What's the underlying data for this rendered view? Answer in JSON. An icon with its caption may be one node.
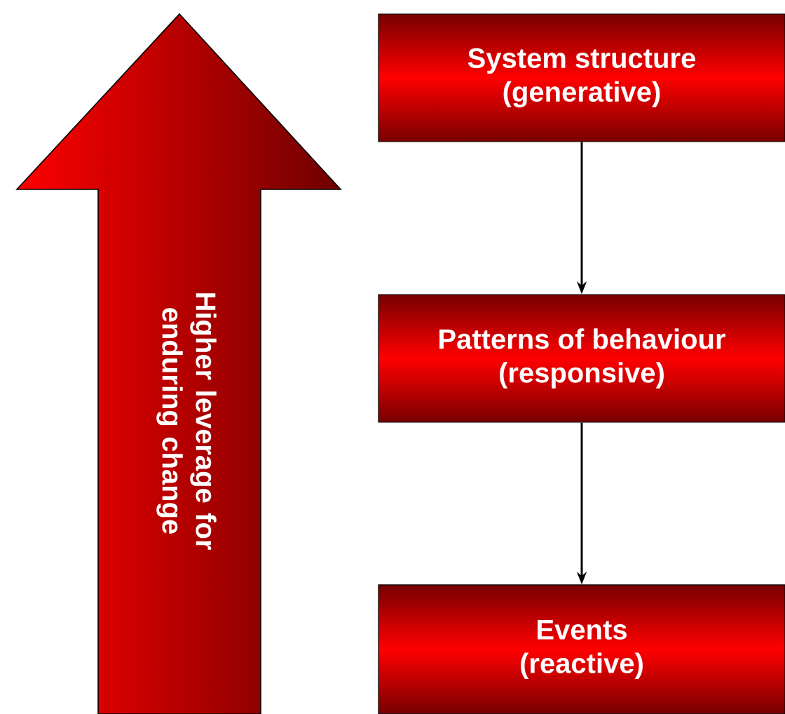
{
  "diagram": {
    "nodes": [
      {
        "text": [
          "Higher leverage for enduring change"
        ]
      },
      {
        "text": [
          "System structure",
          "(generative)"
        ]
      },
      {
        "text": [
          "Patterns of behaviour",
          "(responsive)"
        ]
      },
      {
        "text": [
          "Events",
          "(reactive)"
        ]
      }
    ],
    "edges": [
      {
        "from": 1,
        "to": 2,
        "arrow": "to"
      },
      {
        "from": 2,
        "to": 3,
        "arrow": "to"
      }
    ]
  }
}
